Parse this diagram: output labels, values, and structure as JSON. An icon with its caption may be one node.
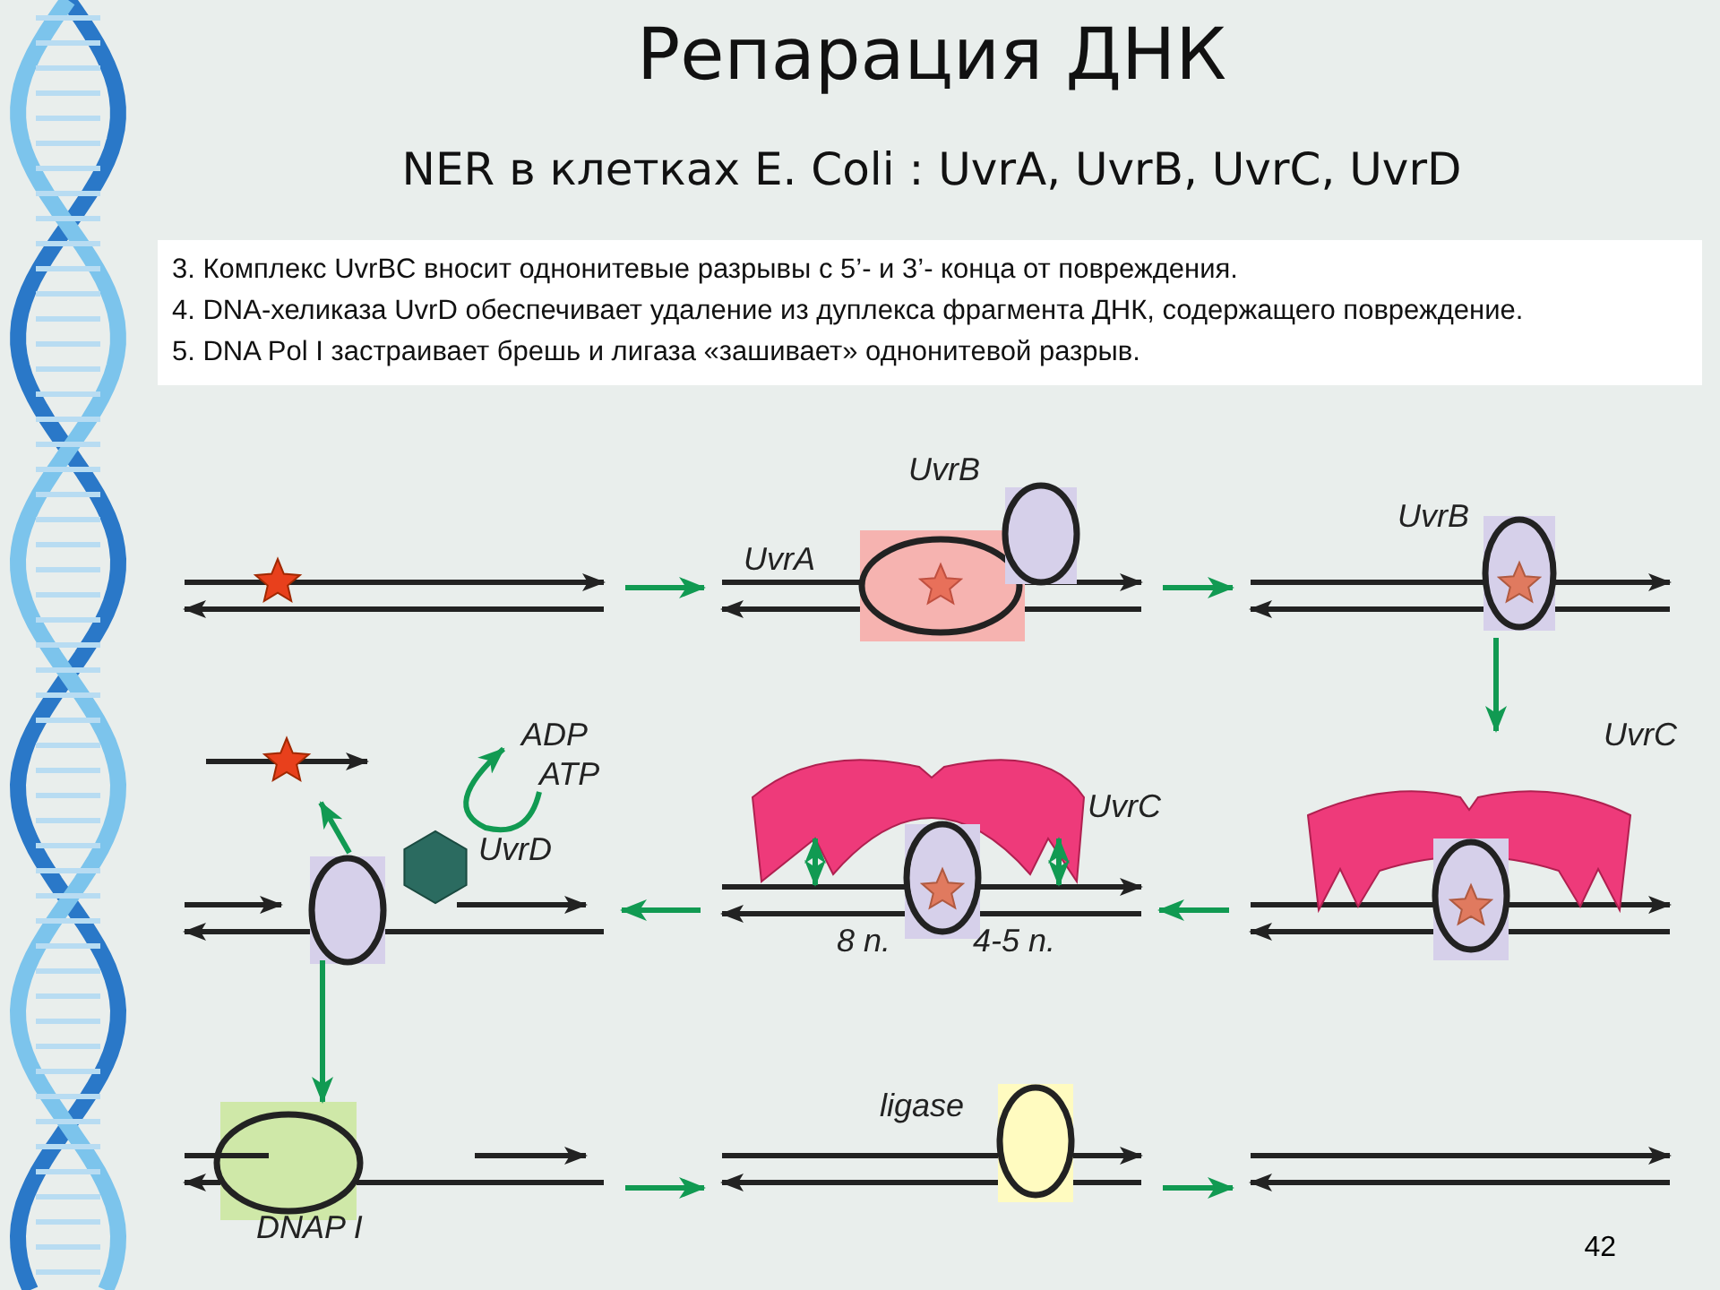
{
  "diagram": {
    "title": "Репарация ДНК",
    "nodes": [
      {
        "text": [],
        "shape": "picture"
      },
      {
        "text": [
          "UvrA",
          "UvrB"
        ]
      },
      {
        "text": [
          "UvrB"
        ]
      },
      {
        "text": [
          "UvrC"
        ]
      },
      {
        "text": [
          "UvrC",
          "8 n.",
          "4-5 n."
        ]
      },
      {
        "text": [
          "ADP",
          "ATP",
          "UvrD"
        ]
      },
      {
        "text": [
          "DNAP I"
        ]
      },
      {
        "text": [
          "ligase"
        ]
      },
      {
        "text": [],
        "shape": "picture"
      }
    ],
    "edges": [
      {
        "from": 0,
        "to": 1,
        "arrow": "to"
      },
      {
        "from": 1,
        "to": 2,
        "arrow": "to"
      },
      {
        "from": 2,
        "to": 3,
        "arrow": "to"
      },
      {
        "from": 3,
        "to": 4,
        "arrow": "to"
      },
      {
        "from": 4,
        "to": 5,
        "arrow": "to"
      },
      {
        "from": 5,
        "to": 6,
        "arrow": "to"
      },
      {
        "from": 6,
        "to": 7,
        "arrow": "to"
      },
      {
        "from": 7,
        "to": 8,
        "arrow": "to"
      }
    ],
    "labels": [
      "NER в клетках E. Coli : UvrA, UvrB, UvrC, UvrD",
      "3. Комплекс UvrBC вносит однонитевые разрывы с 5’- и 3’- конца от повреждения.",
      "4. DNA-хеликаза UvrD обеспечивает удаление из дуплекса фрагмента ДНК, содержащего повреждение.",
      "5. DNA Pol I застраивает брешь и лигаза «зашивает» однонитевой разрыв.",
      "42"
    ]
  }
}
